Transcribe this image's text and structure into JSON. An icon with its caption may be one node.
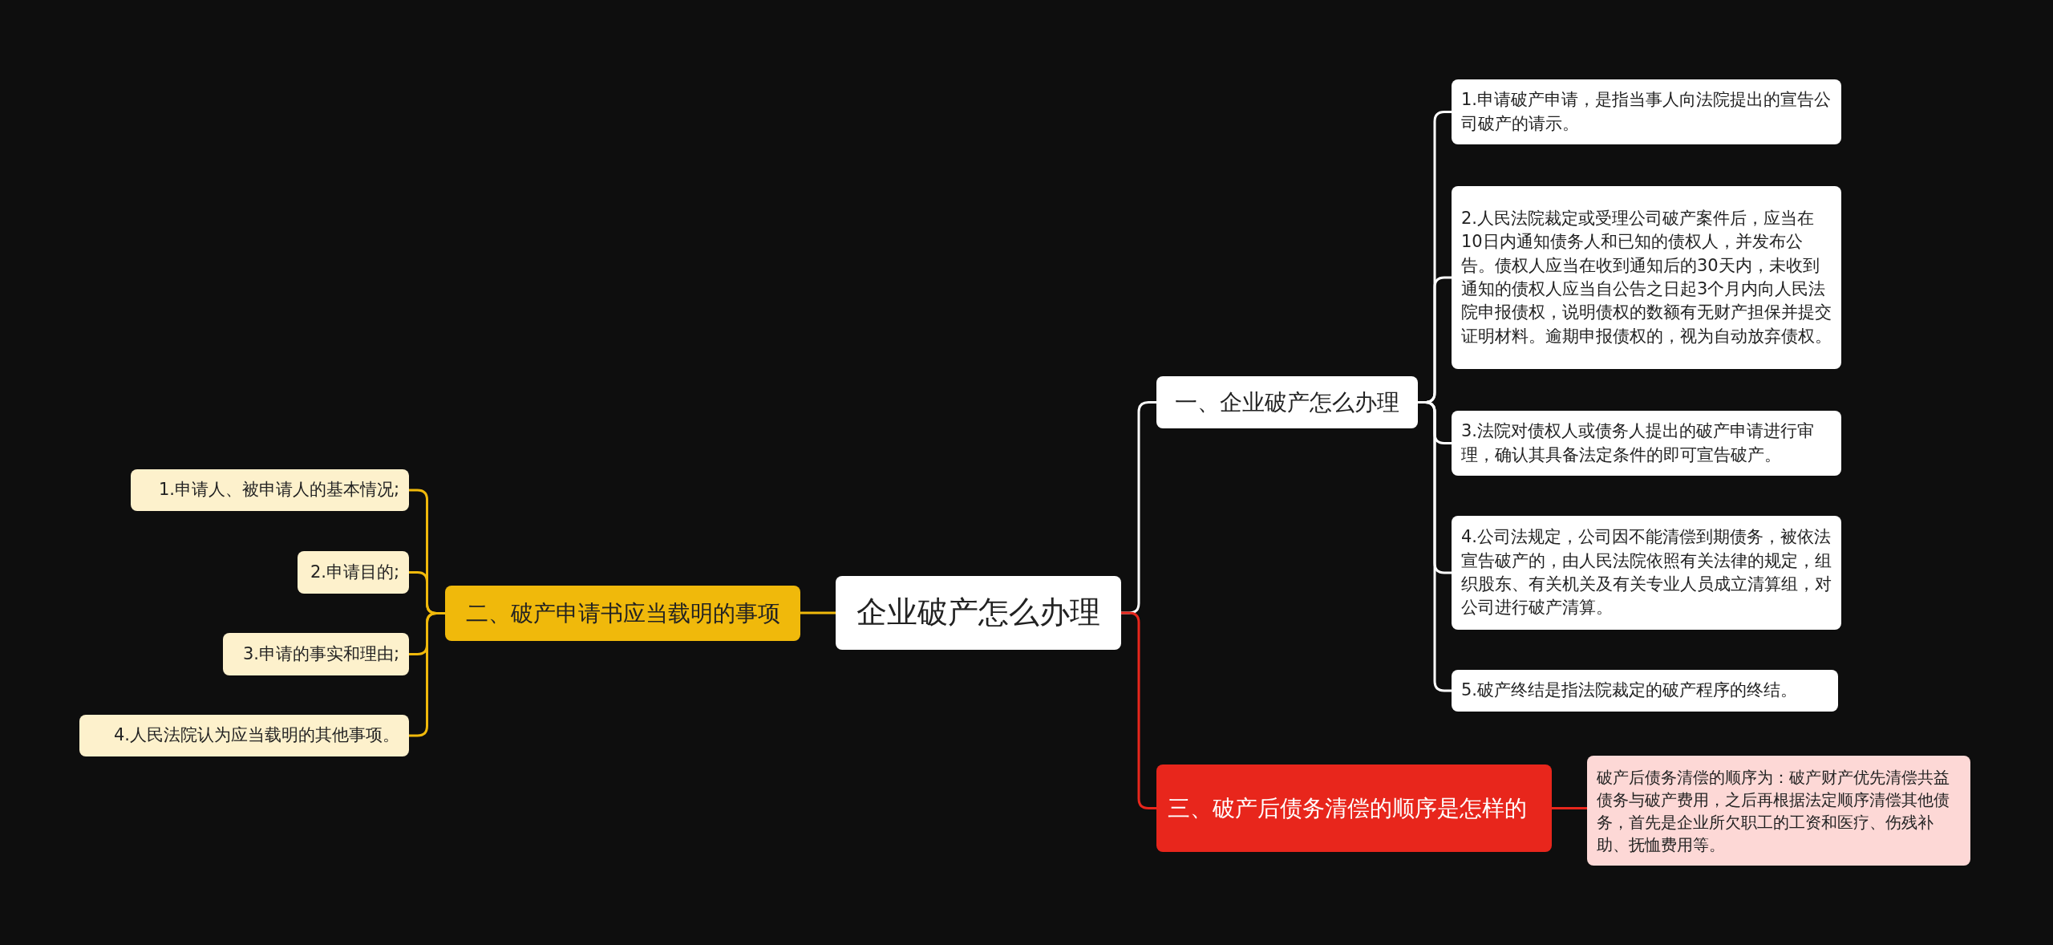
{
  "diagram": {
    "nodes": [
      {
        "text": [
          "企业破产怎么办理"
        ]
      },
      {
        "text": [
          "一、企业破产怎么办理"
        ]
      },
      {
        "text": [
          "1.申请破产申请，是指当事人向法院提出的宣告公司破产的请示。"
        ]
      },
      {
        "text": [
          "2.人民法院裁定或受理公司破产案件后，应当在10日内通知债务人和已知的债权人，并发布公告。债权人应当在收到通知后的30天内，未收到通知的债权人应当自公告之日起3个月内向人民法院申报债权，说明债权的数额有无财产担保并提交证明材料。逾期申报债权的，视为自动放弃债权。"
        ]
      },
      {
        "text": [
          "3.法院对债权人或债务人提出的破产申请进行审理，确认其具备法定条件的即可宣告破产。"
        ]
      },
      {
        "text": [
          "4.公司法规定，公司因不能清偿到期债务，被依法宣告破产的，由人民法院依照有关法律的规定，组织股东、有关机关及有关专业人员成立清算组，对公司进行破产清算。"
        ]
      },
      {
        "text": [
          "5.破产终结是指法院裁定的破产程序的终结。"
        ]
      },
      {
        "text": [
          "二、破产申请书应当载明的事项"
        ]
      },
      {
        "text": [
          "1.申请人、被申请人的基本情况;"
        ]
      },
      {
        "text": [
          "2.申请目的;"
        ]
      },
      {
        "text": [
          "3.申请的事实和理由;"
        ]
      },
      {
        "text": [
          "4.人民法院认为应当载明的其他事项。"
        ]
      },
      {
        "text": [
          "三、破产后债务清偿的顺序是怎样的"
        ]
      },
      {
        "text": [
          "破产后债务清偿的顺序为：破产财产优先清偿共益债务与破产费用，之后再根据法定顺序清偿其他债务，首先是企业所欠职工的工资和医疗、伤残补助、抚恤费用等。"
        ]
      }
    ],
    "edges": [
      {
        "from": 0,
        "to": 1,
        "arrow": "none"
      },
      {
        "from": 1,
        "to": 2,
        "arrow": "none"
      },
      {
        "from": 1,
        "to": 3,
        "arrow": "none"
      },
      {
        "from": 1,
        "to": 4,
        "arrow": "none"
      },
      {
        "from": 1,
        "to": 5,
        "arrow": "none"
      },
      {
        "from": 1,
        "to": 6,
        "arrow": "none"
      },
      {
        "from": 0,
        "to": 7,
        "arrow": "none",
        "color": "#f0b90b"
      },
      {
        "from": 7,
        "to": 8,
        "arrow": "none",
        "color": "#f0b90b"
      },
      {
        "from": 7,
        "to": 9,
        "arrow": "none",
        "color": "#f0b90b"
      },
      {
        "from": 7,
        "to": 10,
        "arrow": "none",
        "color": "#f0b90b"
      },
      {
        "from": 7,
        "to": 11,
        "arrow": "none",
        "color": "#f0b90b"
      },
      {
        "from": 0,
        "to": 12,
        "arrow": "none",
        "color": "#e8261c"
      },
      {
        "from": 12,
        "to": 13,
        "arrow": "none",
        "color": "#e8261c"
      }
    ]
  }
}
